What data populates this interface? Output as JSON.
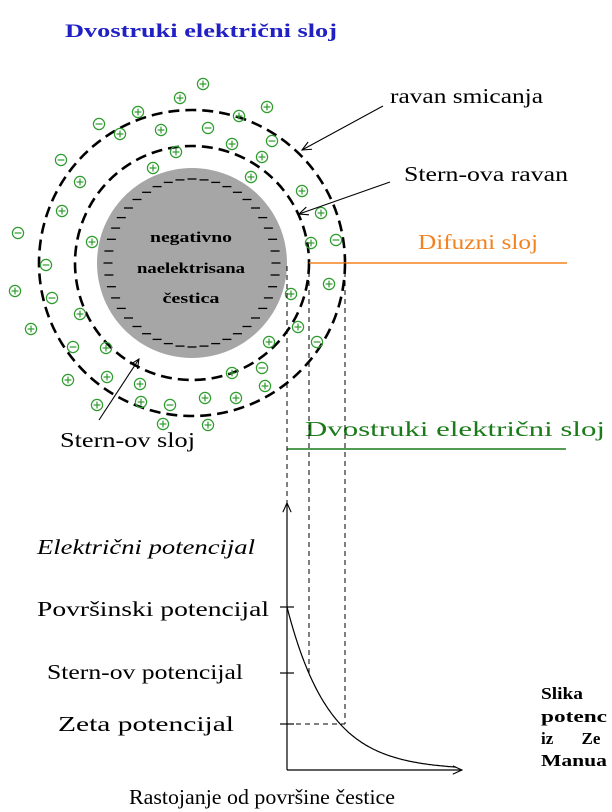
{
  "title": "Dvostruki električni sloj",
  "particle": {
    "label_lines": [
      "negativno",
      "naelektrisana",
      "čestica"
    ]
  },
  "annotations": {
    "shear_plane": "ravan smicanja",
    "stern_plane": "Stern-ova ravan",
    "diffuse_layer": "Difuzni sloj",
    "double_layer": "Dvostruki električni sloj",
    "stern_layer": "Stern-ov sloj"
  },
  "potential_graph": {
    "y_axis_label": "Električni potencijal",
    "levels": {
      "surface": "Površinski potencijal",
      "stern": "Stern-ov potencijal",
      "zeta": "Zeta potencijal"
    },
    "x_axis_label": "Rastojanje od površine čestice"
  },
  "caption_lines": [
    "Slika",
    "potenc",
    "iz Ze",
    "Manua"
  ],
  "colors": {
    "title": "#2020c4",
    "diffuse_layer": "#f2821f",
    "double_layer": "#1b7b1b",
    "ions": "#2e9b2e",
    "particle": "#a6a6a6",
    "outline": "#000000"
  },
  "icons": {
    "cation": "cation-plus-icon",
    "anion": "anion-minus-icon",
    "surface_charge": "surface-negative-charge-icon"
  }
}
